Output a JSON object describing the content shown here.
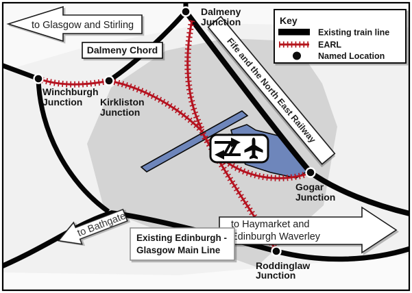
{
  "colors": {
    "earl_red": "#b5121f",
    "train_line_black": "#050505",
    "airport_blue": "#6e86bb",
    "airport_land_gray": "#d4d4d4",
    "background_gray": "#f1f1f1"
  },
  "arrows": {
    "glasgow": {
      "label": "to Glasgow and Stirling"
    },
    "bathgate": {
      "label": "to Bathgate"
    },
    "haymarket": {
      "line1": "to Haymarket and",
      "line2": "Edinburgh Waverley"
    }
  },
  "banners": {
    "dalmeny_chord": {
      "label": "Dalmeny Chord"
    },
    "fife_railway": {
      "label": "Fife and the North East Railway"
    },
    "main_line": {
      "line1": "Existing Edinburgh -",
      "line2": "Glasgow Main Line"
    }
  },
  "junctions": {
    "dalmeny": {
      "line1": "Dalmeny",
      "line2": "Junction"
    },
    "winchburgh": {
      "line1": "Winchburgh",
      "line2": "Junction"
    },
    "kirkliston": {
      "line1": "Kirkliston",
      "line2": "Junction"
    },
    "gogar": {
      "line1": "Gogar",
      "line2": "Junction"
    },
    "roddinglaw": {
      "line1": "Roddinglaw",
      "line2": "Junction"
    }
  },
  "key": {
    "title": "Key",
    "items": [
      {
        "label": "Existing train line",
        "symbol": "black-line"
      },
      {
        "label": "EARL",
        "symbol": "red-hatched-line"
      },
      {
        "label": "Named Location",
        "symbol": "black-dot"
      }
    ]
  },
  "station": {
    "icons": [
      "national-rail",
      "airplane"
    ]
  }
}
